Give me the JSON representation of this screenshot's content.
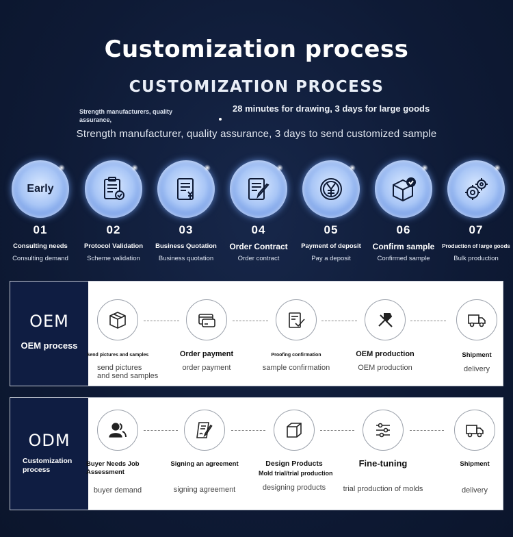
{
  "header": {
    "title": "Customization process",
    "subtitle": "CUSTOMIZATION PROCESS",
    "note_left": "Strength manufacturers, quality assurance,",
    "note_right": "28 minutes for drawing, 3 days for large goods",
    "description": "Strength manufacturer, quality assurance, 3 days to send customized sample"
  },
  "steps": [
    {
      "num": "01",
      "badge": "Early",
      "label": "Consulting needs",
      "desc": "Consulting demand",
      "icon": "early-badge"
    },
    {
      "num": "02",
      "label": "Protocol Validation",
      "desc": "Scheme validation",
      "icon": "clipboard-check-icon"
    },
    {
      "num": "03",
      "label": "Business Quotation",
      "desc": "Business quotation",
      "icon": "yen-document-icon"
    },
    {
      "num": "04",
      "label": "Order Contract",
      "desc": "Order contract",
      "icon": "contract-pen-icon"
    },
    {
      "num": "05",
      "label": "Payment of deposit",
      "desc": "Pay a deposit",
      "icon": "yen-coin-icon"
    },
    {
      "num": "06",
      "label": "Confirm sample",
      "desc": "Confirmed sample",
      "icon": "box-check-icon"
    },
    {
      "num": "07",
      "label": "Production of large goods",
      "desc": "Bulk production",
      "icon": "gears-icon"
    }
  ],
  "oem": {
    "big": "OEM",
    "small": "OEM process",
    "items": [
      {
        "title": "Send pictures and samples",
        "desc": "send pictures\nand send samples",
        "icon": "package-icon"
      },
      {
        "title": "Order payment",
        "desc": "order payment",
        "icon": "payment-card-icon"
      },
      {
        "title": "Proofing confirmation",
        "desc": "sample confirmation",
        "icon": "document-check-icon"
      },
      {
        "title": "OEM production",
        "desc": "OEM production",
        "icon": "tools-icon"
      },
      {
        "title": "Shipment",
        "desc": "delivery",
        "icon": "truck-icon"
      }
    ]
  },
  "odm": {
    "big": "ODM",
    "small": "Customization process",
    "items": [
      {
        "title": "Buyer Needs Job Assessment",
        "desc": "buyer demand",
        "icon": "users-icon"
      },
      {
        "title": "Signing an agreement",
        "desc": "signing agreement",
        "icon": "agreement-icon"
      },
      {
        "title": "Design Products",
        "title2": "Mold trial/trial production",
        "desc": "designing products",
        "icon": "cube-icon"
      },
      {
        "title": "Fine-tuning",
        "desc": "trial production of molds",
        "icon": "sliders-icon"
      },
      {
        "title": "Shipment",
        "desc": "delivery",
        "icon": "truck-icon"
      }
    ]
  },
  "colors": {
    "background": "#0f1b37",
    "panel_side": "#0f1d42",
    "bubble": "#a9c6f6"
  }
}
